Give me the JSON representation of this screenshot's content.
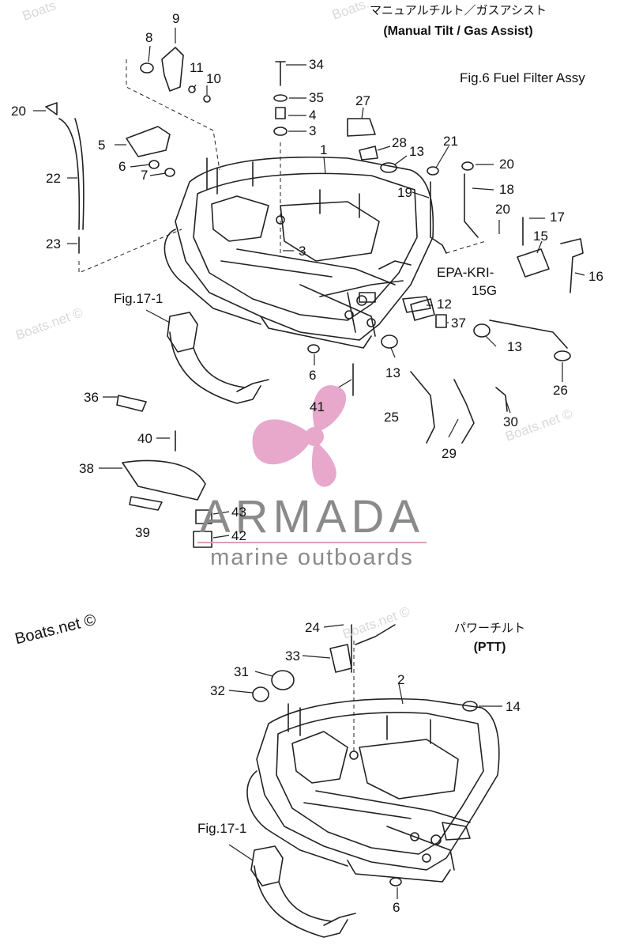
{
  "headers": {
    "top_jp": "マニュアルチルト／ガスアシスト",
    "top_en": "(Manual Tilt / Gas Assist)",
    "fig6": "Fig.6 Fuel Filter Assy",
    "epa": "EPA-KRI-",
    "epa2": "15G",
    "fig17_top": "Fig.17-1",
    "ptt_jp": "パワーチルト",
    "ptt_en": "(PTT)",
    "fig17_bottom": "Fig.17-1"
  },
  "watermarks": [
    "Boats",
    "Boats.",
    "Boats.net ©",
    "Boats.net ©",
    "Boats.net ©"
  ],
  "copyright": "Boats.net ©",
  "brand": {
    "name": "ARMADA",
    "tagline": "marine outboards",
    "logo": "propeller-logo",
    "accent": "#e7a8cc"
  },
  "callouts": {
    "c9": "9",
    "c8": "8",
    "c11": "11",
    "c10": "10",
    "c34": "34",
    "c35": "35",
    "c4": "4",
    "c3a": "3",
    "c27": "27",
    "c1": "1",
    "c28": "28",
    "c13a": "13",
    "c21": "21",
    "c20a": "20",
    "c18": "18",
    "c20b": "20",
    "c17": "17",
    "c15": "15",
    "c16": "16",
    "c20c": "20",
    "c5": "5",
    "c6a": "6",
    "c7": "7",
    "c22": "22",
    "c23": "23",
    "c19": "19",
    "c3b": "3",
    "c12": "12",
    "c37": "37",
    "c13b": "13",
    "c13c": "13",
    "c26": "26",
    "c6b": "6",
    "c36": "36",
    "c41": "41",
    "c25": "25",
    "c30": "30",
    "c29": "29",
    "c40": "40",
    "c38": "38",
    "c43": "43",
    "c39": "39",
    "c42": "42",
    "c24": "24",
    "c33": "33",
    "c31": "31",
    "c2": "2",
    "c32": "32",
    "c14": "14",
    "c6c": "6"
  }
}
